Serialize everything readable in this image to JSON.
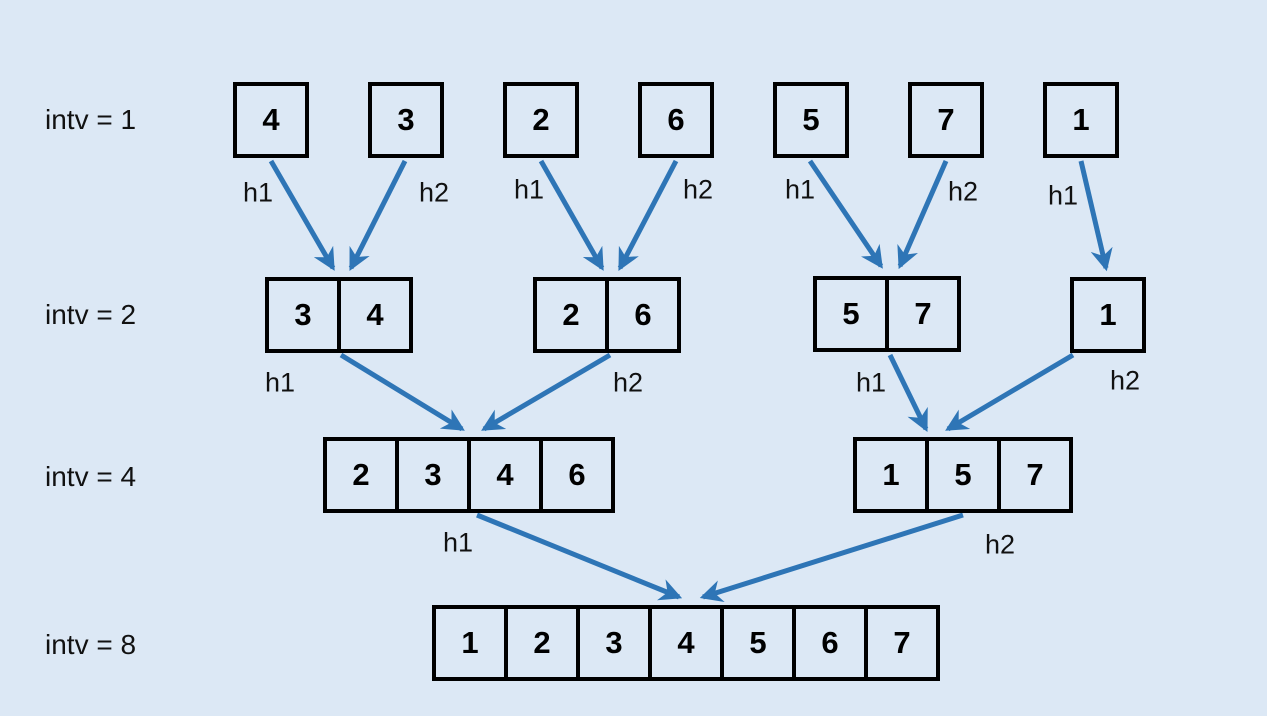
{
  "title": "merge-intervals-diagram",
  "colors": {
    "background": "#DCE8F5",
    "arrow": "#2E75B6",
    "box_border": "#000000",
    "text": "#111111"
  },
  "rows": [
    {
      "label": "intv = 1",
      "boxes": [
        {
          "cells": [
            "4"
          ]
        },
        {
          "cells": [
            "3"
          ]
        },
        {
          "cells": [
            "2"
          ]
        },
        {
          "cells": [
            "6"
          ]
        },
        {
          "cells": [
            "5"
          ]
        },
        {
          "cells": [
            "7"
          ]
        },
        {
          "cells": [
            "1"
          ]
        }
      ]
    },
    {
      "label": "intv = 2",
      "boxes": [
        {
          "cells": [
            "3",
            "4"
          ]
        },
        {
          "cells": [
            "2",
            "6"
          ]
        },
        {
          "cells": [
            "5",
            "7"
          ]
        },
        {
          "cells": [
            "1"
          ]
        }
      ]
    },
    {
      "label": "intv = 4",
      "boxes": [
        {
          "cells": [
            "2",
            "3",
            "4",
            "6"
          ]
        },
        {
          "cells": [
            "1",
            "5",
            "7"
          ]
        }
      ]
    },
    {
      "label": "intv = 8",
      "boxes": [
        {
          "cells": [
            "1",
            "2",
            "3",
            "4",
            "5",
            "6",
            "7"
          ]
        }
      ]
    }
  ],
  "edge_labels": {
    "r1": [
      "h1",
      "h2",
      "h1",
      "h2",
      "h1",
      "h2",
      "h1"
    ],
    "r2": [
      "h1",
      "h2",
      "h1",
      "h2"
    ],
    "r3": [
      "h1",
      "h2"
    ]
  }
}
